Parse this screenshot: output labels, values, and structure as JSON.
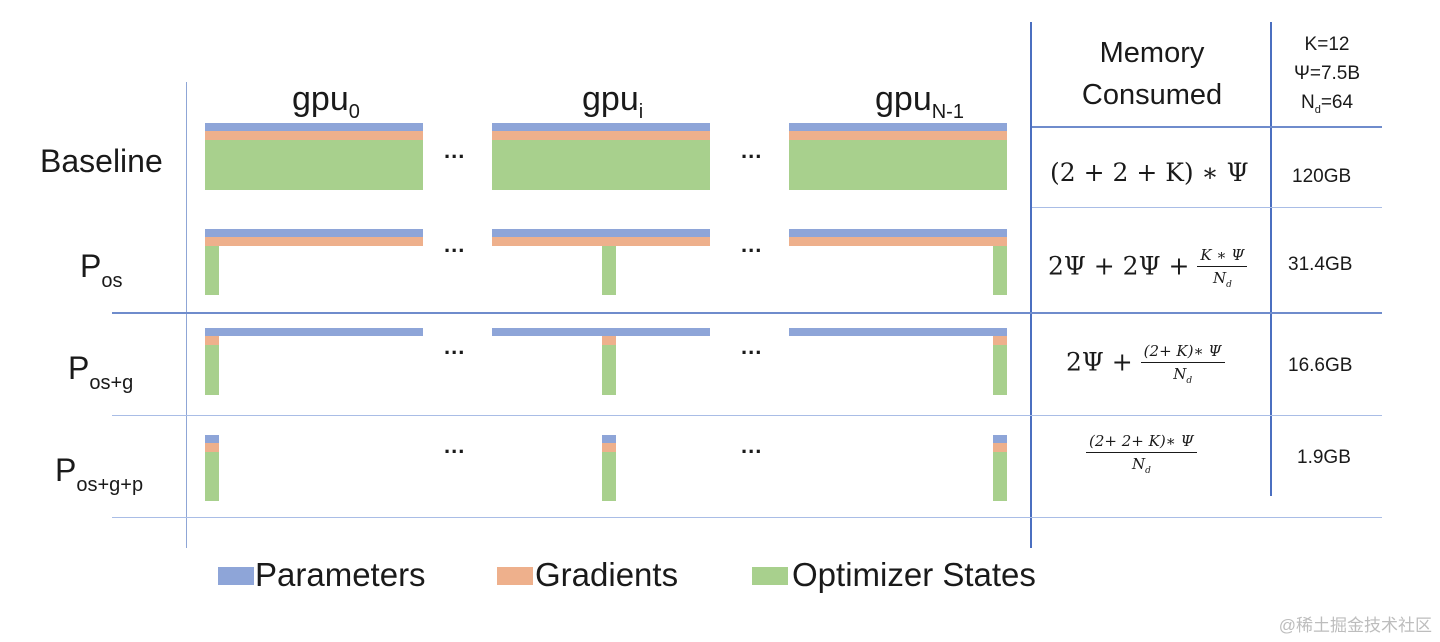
{
  "columns": {
    "gpu0": {
      "base": "gpu",
      "sub": "0"
    },
    "gpui": {
      "base": "gpu",
      "sub": "i"
    },
    "gpuN": {
      "base": "gpu",
      "sub": "N-1"
    },
    "ellipsis": "...",
    "memory_header_line1": "Memory",
    "memory_header_line2": "Consumed",
    "params": {
      "k": "K=12",
      "psi": "Ψ=7.5B",
      "nd_base": "N",
      "nd_sub": "d",
      "nd_value": "=64"
    }
  },
  "rows": [
    {
      "label": "Baseline",
      "sub": "",
      "formula": "(2 + 2 + K) ∗ Ψ",
      "memory": "120GB",
      "param_frac": 0.12,
      "grad_frac": 0.12,
      "opt_frac": 0.76,
      "sharding": "none"
    },
    {
      "label": "P",
      "sub": "os",
      "formula_prefix": "2Ψ + 2Ψ + ",
      "frac_num": "K ∗ Ψ",
      "frac_den": "N",
      "frac_den_sub": "d",
      "memory": "31.4GB",
      "sharding": "optimizer states"
    },
    {
      "label": "P",
      "sub": "os+g",
      "formula_prefix": "2Ψ + ",
      "frac_num": "(2+ K)∗ Ψ",
      "frac_den": "N",
      "frac_den_sub": "d",
      "memory": "16.6GB",
      "sharding": "optimizer states, gradients"
    },
    {
      "label": "P",
      "sub": "os+g+p",
      "formula_prefix": "",
      "frac_num": "(2+ 2+ K)∗ Ψ",
      "frac_den": "N",
      "frac_den_sub": "d",
      "memory": "1.9GB",
      "sharding": "optimizer states, gradients, parameters"
    }
  ],
  "legend": [
    {
      "label": "Parameters",
      "color": "#8ea5d8"
    },
    {
      "label": "Gradients",
      "color": "#eeb08c"
    },
    {
      "label": "Optimizer States",
      "color": "#a8d08d"
    }
  ],
  "watermark": "@稀土掘金技术社区"
}
